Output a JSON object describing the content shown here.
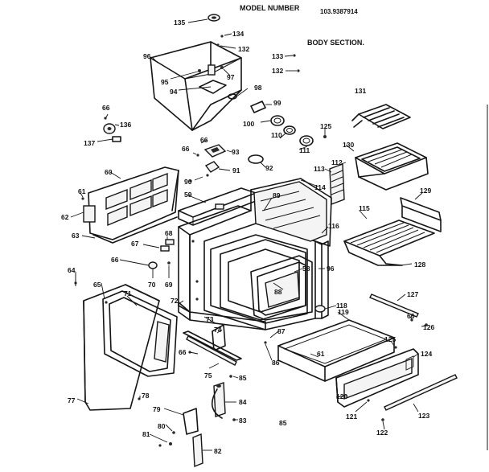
{
  "header": {
    "model_label": "MODEL NUMBER",
    "model_number": "103.9387914",
    "section_title": "BODY SECTION."
  },
  "part_labels": {
    "p135": "135",
    "p134": "134",
    "p132a": "132",
    "p133": "133",
    "p132b": "132",
    "p96a": "96",
    "p95": "95",
    "p97": "97",
    "p94": "94",
    "p98": "98",
    "p99": "99",
    "p100": "100",
    "p131": "131",
    "p66a": "66",
    "p136": "136",
    "p137": "137",
    "p110": "110",
    "p125a": "125",
    "p111": "111",
    "p66b": "66",
    "p93": "93",
    "p130": "130",
    "p66c": "66",
    "p91": "91",
    "p92": "92",
    "p112": "112",
    "p60": "60",
    "p90": "90",
    "p113": "113",
    "p114": "114",
    "p129": "129",
    "p89": "89",
    "p61a": "61",
    "p59": "59",
    "p62": "62",
    "p115": "115",
    "p63": "63",
    "p68": "68",
    "p116": "116",
    "p67": "67",
    "p128": "128",
    "p66d": "66",
    "p58": "58",
    "p96b": "96",
    "p64": "64",
    "p70": "70",
    "p69": "69",
    "p65": "65",
    "p71": "71",
    "p88": "88",
    "p127": "127",
    "p72": "72",
    "p118": "118",
    "p119": "119",
    "p73": "73",
    "p66e": "66",
    "p126": "126",
    "p74": "74",
    "p87": "87",
    "p125b": "125",
    "p61b": "61",
    "p66f": "66",
    "p86": "86",
    "p124": "124",
    "p75": "75",
    "p85a": "85",
    "p77": "77",
    "p120": "120",
    "p78": "78",
    "p84": "84",
    "p79": "79",
    "p123": "123",
    "p121": "121",
    "p83": "83",
    "p85b": "85",
    "p80": "80",
    "p81": "81",
    "p122": "122",
    "p82": "82"
  }
}
